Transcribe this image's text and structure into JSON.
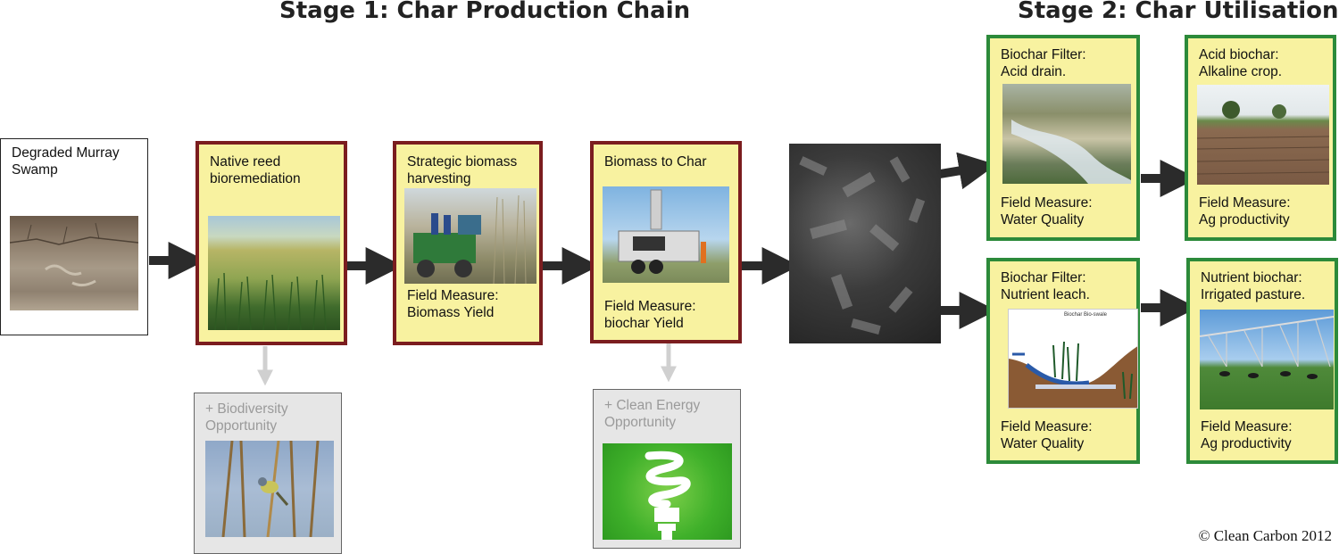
{
  "titles": {
    "stage1": "Stage 1: Char Production Chain",
    "stage2": "Stage 2:  Char Utilisation"
  },
  "boxes": {
    "swamp": {
      "line1": "Degraded Murray",
      "line2": "Swamp"
    },
    "reed": {
      "line1": "Native reed",
      "line2": "bioremediation"
    },
    "harvest": {
      "line1": "Strategic biomass",
      "line2": "harvesting",
      "measure1": "Field Measure:",
      "measure2": "Biomass Yield"
    },
    "char": {
      "line1": "Biomass to Char",
      "measure1": "Field Measure:",
      "measure2": "biochar Yield"
    },
    "filter_acid": {
      "line1": "Biochar Filter:",
      "line2": "Acid drain.",
      "measure1": "Field Measure:",
      "measure2": "Water Quality"
    },
    "acid_crop": {
      "line1": "Acid biochar:",
      "line2": "Alkaline crop.",
      "measure1": "Field Measure:",
      "measure2": "Ag productivity"
    },
    "filter_nutrient": {
      "line1": "Biochar Filter:",
      "line2": "Nutrient leach.",
      "measure1": "Field Measure:",
      "measure2": "Water Quality",
      "figure_label": "Biochar Bio-swale"
    },
    "pasture": {
      "line1": "Nutrient biochar:",
      "line2": "Irrigated pasture.",
      "measure1": "Field Measure:",
      "measure2": "Ag productivity"
    },
    "biodiversity": {
      "line1": "+ Biodiversity",
      "line2": "Opportunity"
    },
    "energy": {
      "line1": "+ Clean Energy",
      "line2": "Opportunity"
    }
  },
  "copyright": "© Clean Carbon 2012",
  "colors": {
    "box_fill": "#f8f2a0",
    "production_border": "#7b1d1f",
    "utilisation_border": "#2c8a3a",
    "arrow": "#2b2b2b",
    "opportunity_arrow": "#d0d0d0"
  }
}
